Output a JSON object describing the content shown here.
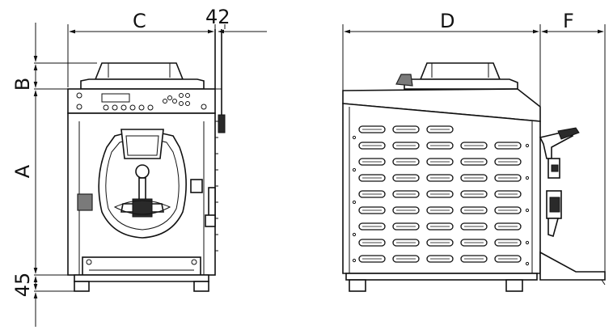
{
  "dimensions": {
    "front_width": "C",
    "handle_offset": "42",
    "side_depth": "D",
    "side_extra": "F",
    "body_height": "A",
    "top_height": "B",
    "foot_height": "45"
  },
  "vent_slots": {
    "rows": 9,
    "columns": 5
  }
}
